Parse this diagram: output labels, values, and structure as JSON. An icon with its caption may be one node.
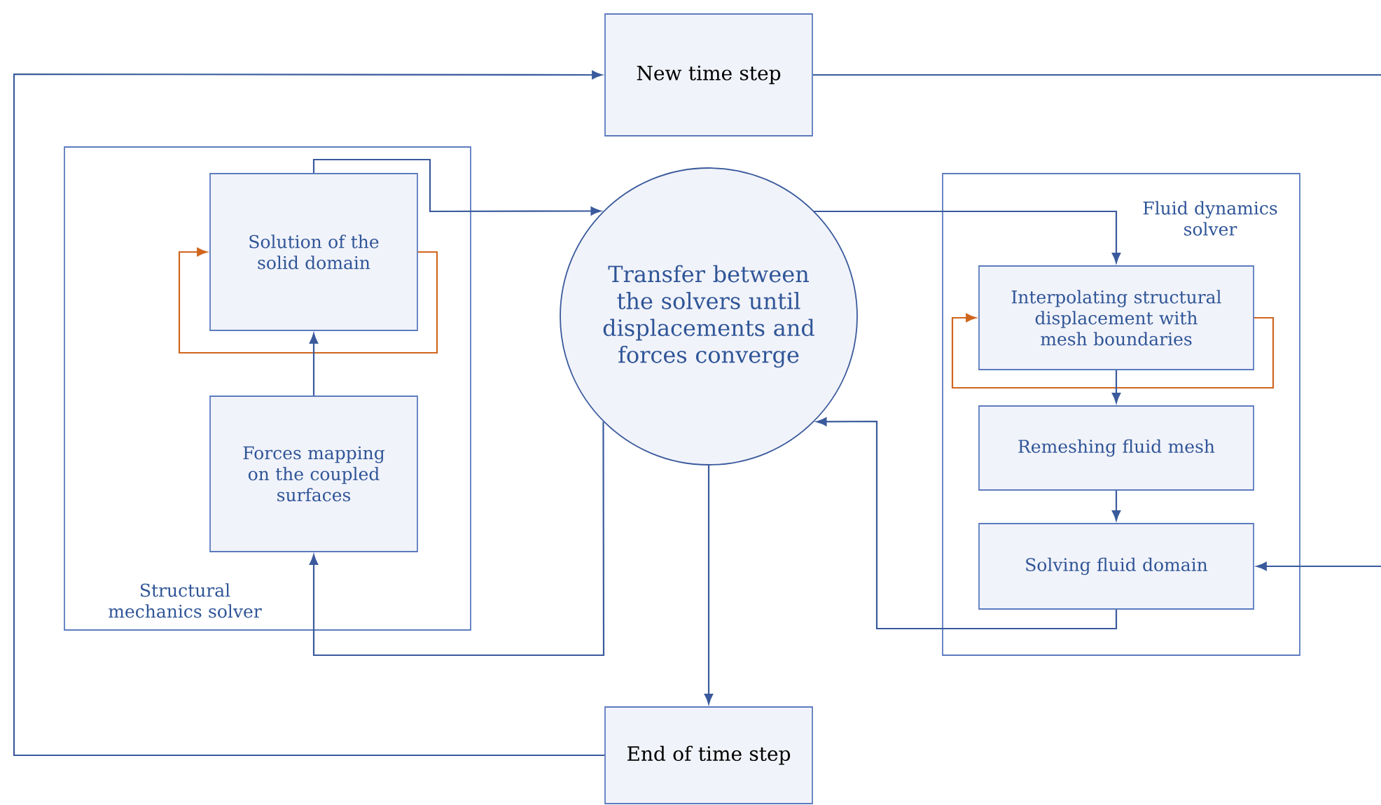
{
  "diagram": {
    "nodes": [
      {
        "text": [
          "New time step"
        ]
      },
      {
        "text": [
          "Structural mechanics solver"
        ]
      },
      {
        "text": [
          "Solution of the solid domain"
        ],
        "in": 1
      },
      {
        "text": [
          "Forces mapping on the coupled surfaces"
        ],
        "in": 1
      },
      {
        "text": [
          "Transfer between the solvers until displacements and forces converge"
        ]
      },
      {
        "text": [
          "Fluid dynamics solver"
        ]
      },
      {
        "text": [
          "Interpolating structural displacement with mesh boundaries"
        ],
        "in": 5
      },
      {
        "text": [
          "Remeshing fluid mesh"
        ],
        "in": 5
      },
      {
        "text": [
          "Solving fluid domain"
        ],
        "in": 5
      },
      {
        "text": [
          "End of time step"
        ]
      }
    ],
    "edges": [
      {
        "from": 9,
        "to": 0,
        "arrow": "to"
      },
      {
        "from": 0,
        "to": null,
        "arrow": "none"
      },
      {
        "from": null,
        "to": 8,
        "arrow": "to"
      },
      {
        "from": 2,
        "to": 4,
        "arrow": "to"
      },
      {
        "from": 2,
        "to": 2,
        "arrow": "to",
        "color": "#d0661e"
      },
      {
        "from": 3,
        "to": 2,
        "arrow": "to"
      },
      {
        "from": 4,
        "to": 3,
        "arrow": "to"
      },
      {
        "from": 4,
        "to": 6,
        "arrow": "to"
      },
      {
        "from": 6,
        "to": 6,
        "arrow": "to",
        "color": "#d0661e"
      },
      {
        "from": 6,
        "to": 7,
        "arrow": "to"
      },
      {
        "from": 7,
        "to": 8,
        "arrow": "to"
      },
      {
        "from": 8,
        "to": 4,
        "arrow": "to"
      },
      {
        "from": 4,
        "to": 9,
        "arrow": "to"
      }
    ]
  }
}
